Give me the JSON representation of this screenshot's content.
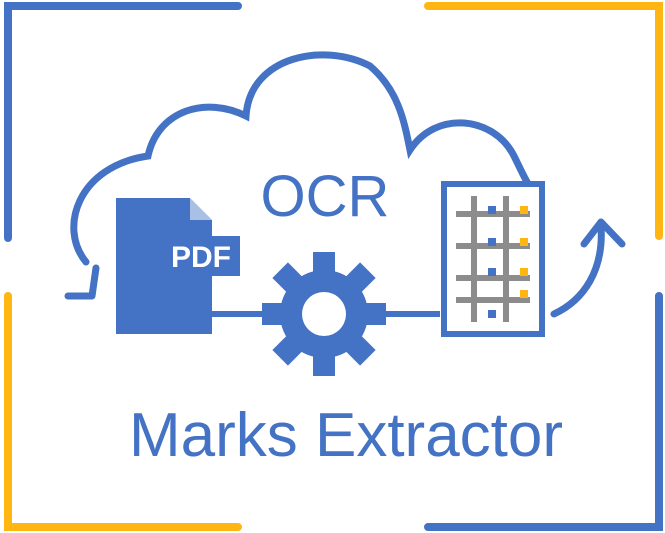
{
  "logo": {
    "top_text": "OCR",
    "pdf_label": "PDF",
    "title": "Marks Extractor"
  },
  "colors": {
    "primary_blue": "#4472C4",
    "accent_gold": "#FFB612",
    "grid_gray": "#8C8C8C",
    "white": "#ffffff"
  },
  "icons": [
    "cloud-icon",
    "pdf-document-icon",
    "gear-icon",
    "spreadsheet-grid-icon",
    "return-arrow-icon"
  ]
}
